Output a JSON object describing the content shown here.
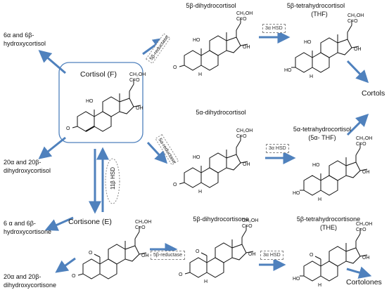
{
  "title": "",
  "nodes": {
    "cortisol": "Cortisol (F)",
    "cortisone": "Cortisone (E)",
    "beta_dhf": "5β-dihydrocortisol",
    "beta_thf_1": "5β-tetrahydrocortisol",
    "beta_thf_2": "(THF)",
    "alpha_dhf": "5α-dihydrocortisol",
    "alpha_thf_1": "5α-tetrahydrocortisol",
    "alpha_thf_2": "(5α- THF)",
    "beta_dhe": "5β-dihydrocortisone",
    "beta_the_1": "5β-tetrahydrocortisone",
    "beta_the_2": "(THE)",
    "hydroxycortisol_1": "6α and 6β-",
    "hydroxycortisol_2": "hydroxycortisol",
    "dihydroxycortisol_1": "20α and 20β-",
    "dihydroxycortisol_2": "dihydroxycortisol",
    "hydroxycortisone_1": "6 α and 6β-",
    "hydroxycortisone_2": "hydroxycortisone",
    "dihydroxycortisone_1": "20α and 20β-",
    "dihydroxycortisone_2": "dihydroxycortisone",
    "cortols": "Cortols",
    "cortolones": "Cortolones"
  },
  "enzymes": {
    "beta_reductase": "5β-reductase",
    "alpha_reductase": "5α-reductase",
    "hsd_11b": "11β HSD",
    "hsd_3a": "3α HSD"
  },
  "atoms": {
    "oxo": "O",
    "hydroxyl": "HO",
    "oh": "OH",
    "hydrogen": "H",
    "ketone": "C=O",
    "side_chain": "CH₂OH"
  },
  "colors": {
    "arrow": "#4f81bd",
    "box": "#4f81bd",
    "line": "#111111"
  }
}
